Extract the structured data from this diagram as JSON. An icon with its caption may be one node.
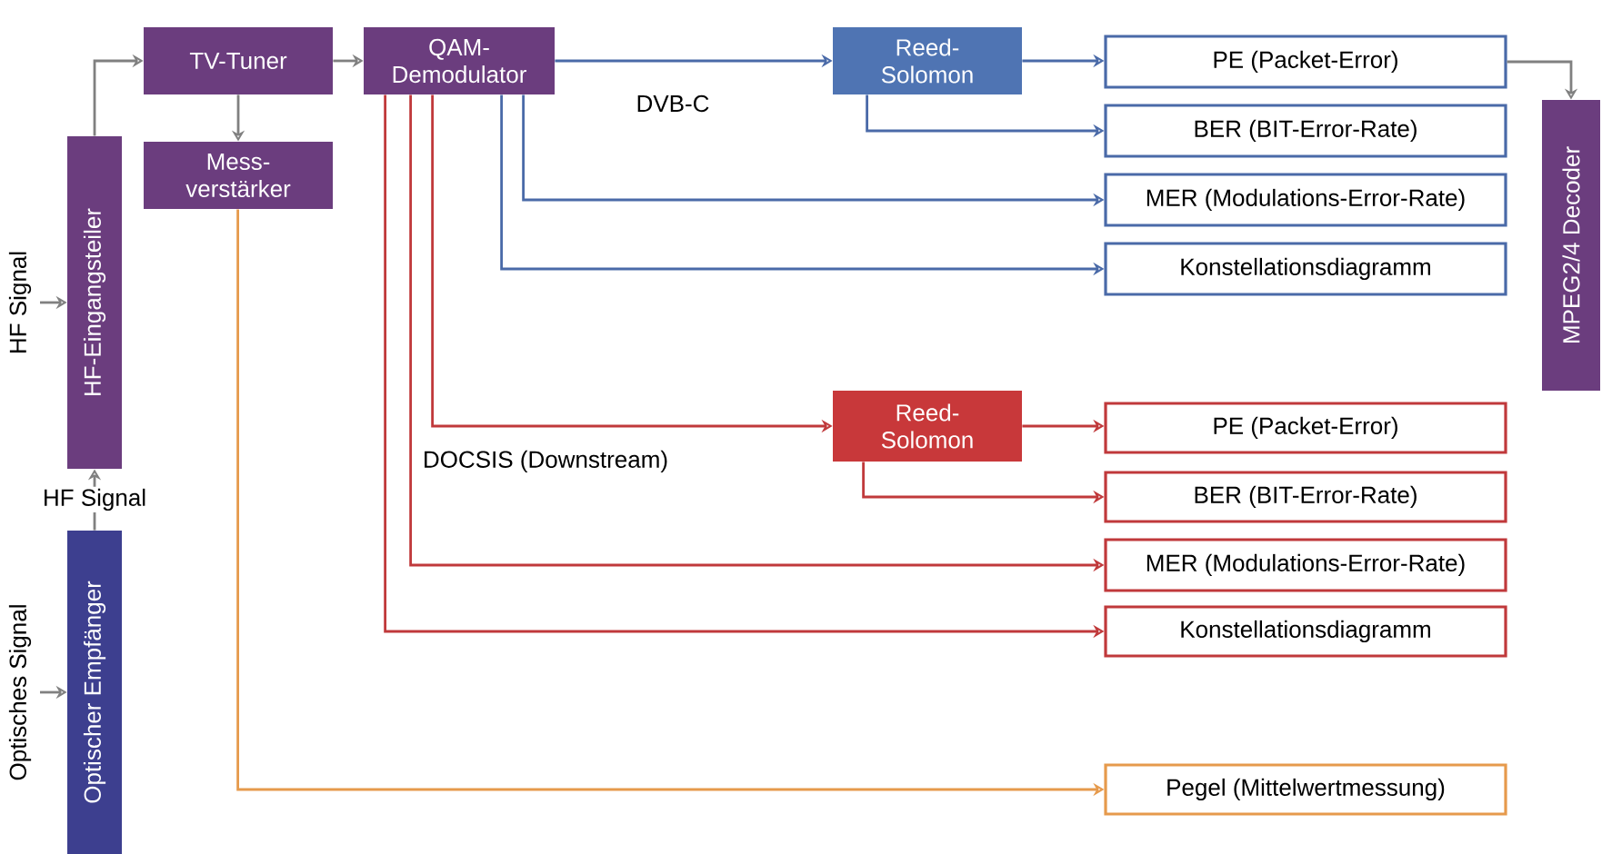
{
  "diagram": {
    "nodes": [
      {
        "text": [
          "Optischer Empfänger"
        ]
      },
      {
        "text": [
          "HF-Eingangsteiler"
        ]
      },
      {
        "text": [
          "TV-Tuner"
        ]
      },
      {
        "text": [
          "Mess- verstärker"
        ]
      },
      {
        "text": [
          "QAM- Demodulator"
        ]
      },
      {
        "text": [
          "Reed- Solomon"
        ]
      },
      {
        "text": [
          "PE (Packet-Error)"
        ]
      },
      {
        "text": [
          "BER (BIT-Error-Rate)"
        ]
      },
      {
        "text": [
          "MER (Modulations-Error-Rate)"
        ]
      },
      {
        "text": [
          "Konstellationsdiagramm"
        ]
      },
      {
        "text": [
          "MPEG2/4 Decoder"
        ]
      },
      {
        "text": [
          "Reed- Solomon"
        ]
      },
      {
        "text": [
          "PE (Packet-Error)"
        ]
      },
      {
        "text": [
          "BER (BIT-Error-Rate)"
        ]
      },
      {
        "text": [
          "MER (Modulations-Error-Rate)"
        ]
      },
      {
        "text": [
          "Konstellationsdiagramm"
        ]
      },
      {
        "text": [
          "Pegel (Mittelwertmessung)"
        ]
      }
    ],
    "edges": [
      {
        "from": null,
        "to": 0,
        "arrow": "to",
        "label": "Optisches Signal"
      },
      {
        "from": 0,
        "to": 1,
        "arrow": "to",
        "label": "HF Signal"
      },
      {
        "from": null,
        "to": 1,
        "arrow": "to",
        "label": "HF Signal"
      },
      {
        "from": 1,
        "to": 2,
        "arrow": "to"
      },
      {
        "from": 2,
        "to": 4,
        "arrow": "to"
      },
      {
        "from": 2,
        "to": 3,
        "arrow": "to"
      },
      {
        "from": 4,
        "to": 5,
        "arrow": "to",
        "color": "#4a6aa8"
      },
      {
        "from": 5,
        "to": 6,
        "arrow": "to",
        "color": "#4a6aa8"
      },
      {
        "from": 5,
        "to": 7,
        "arrow": "to",
        "color": "#4a6aa8"
      },
      {
        "from": 4,
        "to": 8,
        "arrow": "to",
        "color": "#4a6aa8"
      },
      {
        "from": 4,
        "to": 9,
        "arrow": "to",
        "color": "#4a6aa8"
      },
      {
        "from": 6,
        "to": 10,
        "arrow": "to"
      },
      {
        "from": 4,
        "to": 11,
        "arrow": "to",
        "color": "#c0393b"
      },
      {
        "from": 11,
        "to": 12,
        "arrow": "to",
        "color": "#c0393b"
      },
      {
        "from": 11,
        "to": 13,
        "arrow": "to",
        "color": "#c0393b"
      },
      {
        "from": 4,
        "to": 14,
        "arrow": "to",
        "color": "#c0393b"
      },
      {
        "from": 4,
        "to": 15,
        "arrow": "to",
        "color": "#c0393b"
      },
      {
        "from": 3,
        "to": 16,
        "arrow": "to",
        "color": "#e69a4c"
      }
    ],
    "labels": [
      "DVB-C",
      "DOCSIS (Downstream)"
    ]
  }
}
